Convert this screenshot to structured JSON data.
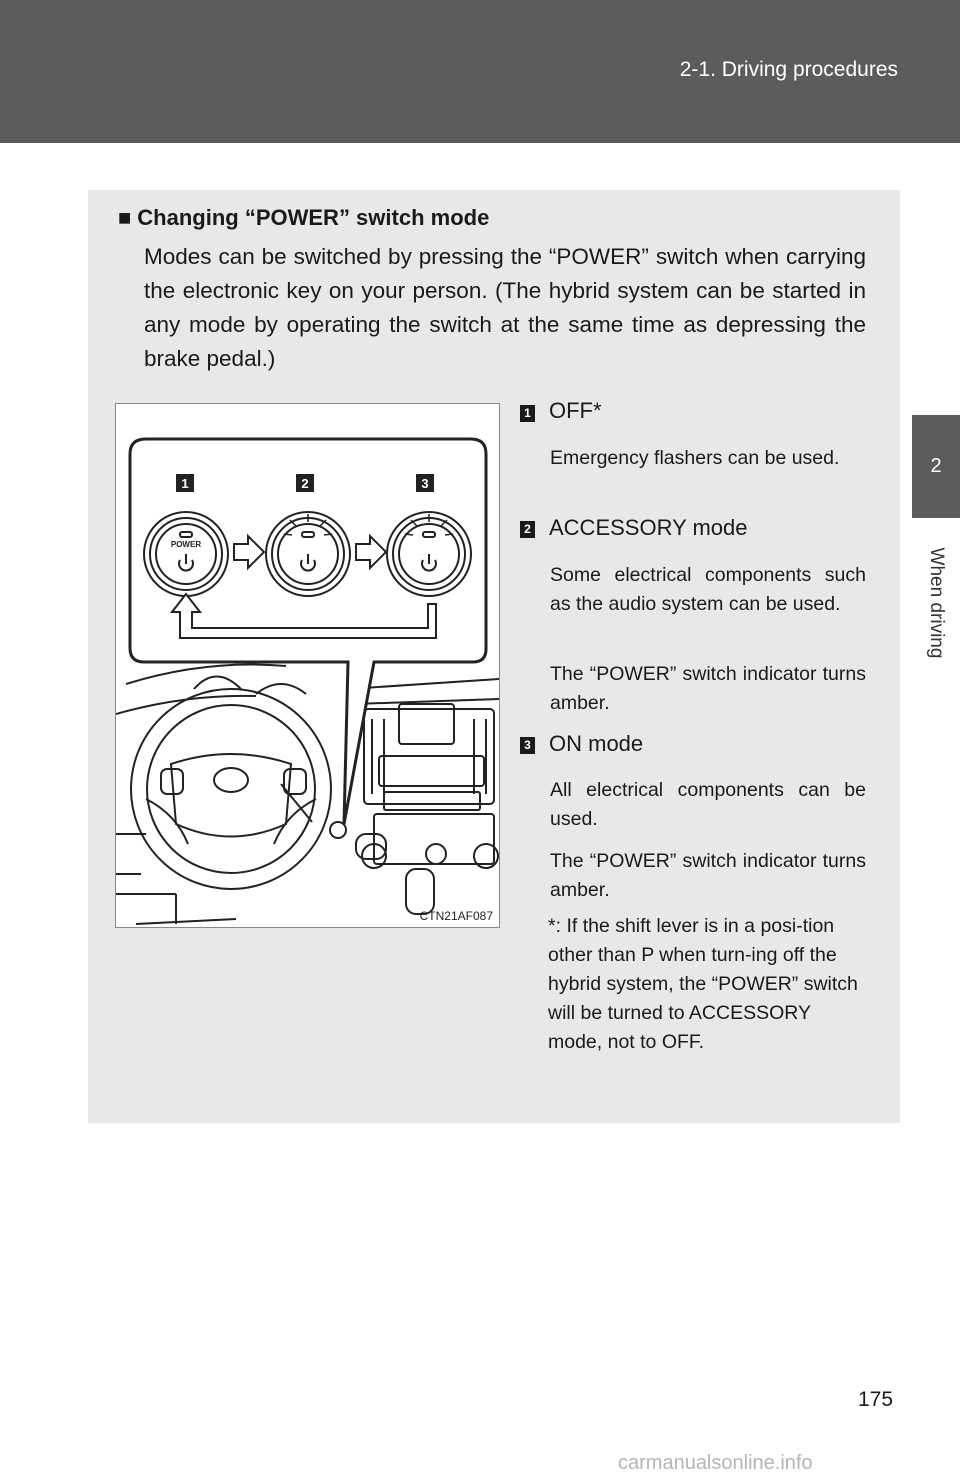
{
  "header": {
    "section": "2-1. Driving procedures"
  },
  "side_tab": {
    "number": "2",
    "label": "When driving"
  },
  "section": {
    "bullet": "■",
    "title": "Changing “POWER” switch mode",
    "intro": "Modes can be switched by pressing the “POWER” switch when carrying the electronic key on your person. (The hybrid system can be started in any mode by operating the switch at the same time as depressing the brake pedal.)"
  },
  "figure": {
    "caption": "CTN21AF087",
    "callouts": [
      "1",
      "2",
      "3"
    ],
    "button_label": "POWER"
  },
  "items": [
    {
      "num": "1",
      "title": "OFF*",
      "desc": [
        "Emergency flashers can be used."
      ]
    },
    {
      "num": "2",
      "title": "ACCESSORY mode",
      "desc": [
        "Some electrical components such as the audio system can be used.",
        "The “POWER” switch indicator turns amber."
      ]
    },
    {
      "num": "3",
      "title": "ON mode",
      "desc": [
        "All electrical components can be used.",
        "The “POWER” switch indicator turns amber."
      ]
    }
  ],
  "footnote": {
    "marker": "*:",
    "text": "If the shift lever is in a posi-tion other than P when turn-ing off the hybrid system, the “POWER” switch will be turned to ACCESSORY mode, not to OFF."
  },
  "page_number": "175",
  "watermark": "carmanualsonline.info"
}
